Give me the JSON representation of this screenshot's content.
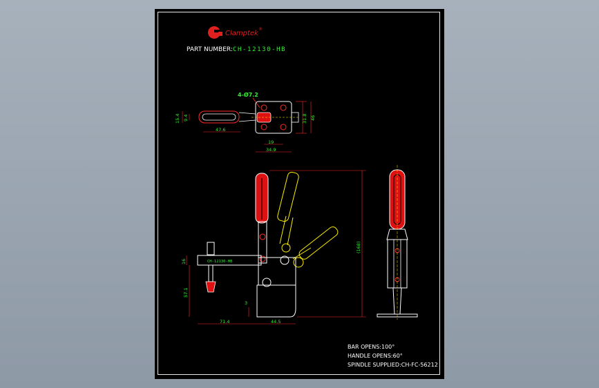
{
  "logo": {
    "letter": "C",
    "name": "Clamptek",
    "mark": "®"
  },
  "part_number": {
    "label": "PART NUMBER:",
    "value": "CH-12130-HB"
  },
  "top_view": {
    "holes": "4-Ø7.2",
    "dims": {
      "grip_width": "15.4",
      "grip_inner": "9.4",
      "grip_length": "47.6",
      "base_height": "31.8",
      "base_total": "46",
      "hole_pitch": "19",
      "base_width": "34.9"
    }
  },
  "side_view": {
    "part_label": "CH-12130-HB",
    "dims": {
      "spindle": "16",
      "height": "57.1",
      "thickness": "3",
      "reach": "71.4",
      "base": "44.5",
      "total_height": "(168)"
    }
  },
  "notes": [
    "BAR OPENS:100°",
    "HANDLE OPENS:60°",
    "SPINDLE SUPPLIED:CH-FC-56212"
  ],
  "colors": {
    "sheet": "#000000",
    "outline": "#ffffff",
    "dimension": "#ff2a2a",
    "text_dim": "#33ee33",
    "open_position": "#ffee00",
    "grip": "#dd1111",
    "logo": "#e0201f"
  }
}
